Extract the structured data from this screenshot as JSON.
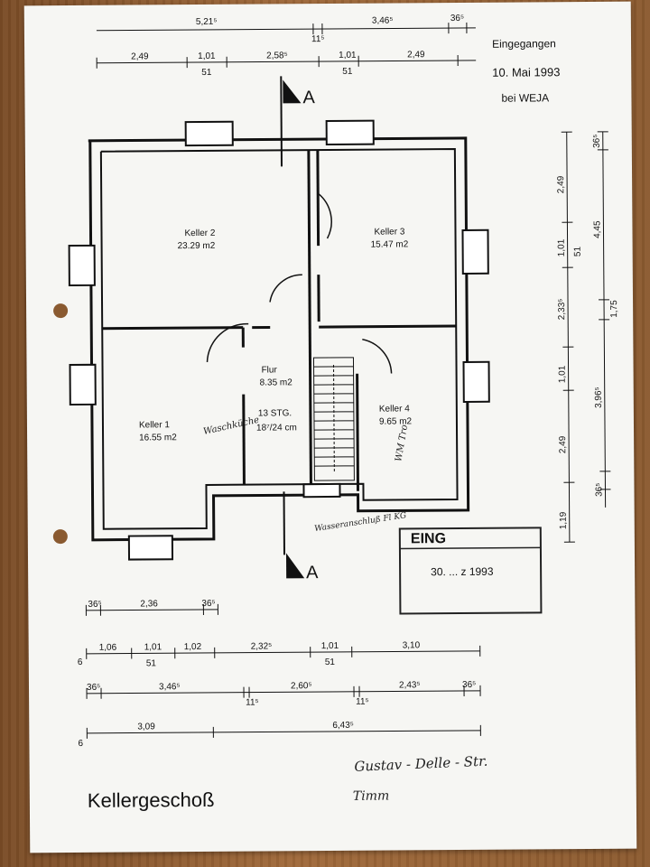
{
  "receipt": {
    "line1": "Eingegangen",
    "line2": "10. Mai 1993",
    "line3": "bei WEJA"
  },
  "stamp": {
    "top": "EING",
    "date": "30. ... z 1993"
  },
  "top_dims": {
    "row1": [
      "5,21⁵",
      "3,46⁵",
      "36⁵",
      "11⁵"
    ],
    "row2": [
      "2,49",
      "1,01",
      "2,58⁵",
      "1,01",
      "2,49"
    ],
    "row2_sub": [
      "51",
      "51"
    ]
  },
  "rooms": [
    {
      "name": "Keller 2",
      "area": "23.29 m2"
    },
    {
      "name": "Keller 3",
      "area": "15.47 m2"
    },
    {
      "name": "Keller 1",
      "area": "16.55 m2"
    },
    {
      "name": "Flur",
      "area": "8.35 m2"
    },
    {
      "name": "13 STG.",
      "area": "18⁷/24 cm"
    },
    {
      "name": "Keller 4",
      "area": "9.65 m2"
    }
  ],
  "section_marker": "A",
  "right_dims": [
    "2,49",
    "1,01",
    "51",
    "2,33⁵",
    "1,01",
    "2,49",
    "1,19",
    "4,45",
    "1,75",
    "3,96⁵",
    "36⁵",
    "36⁵"
  ],
  "bottom_dims": {
    "row1": [
      "36⁵",
      "2,36",
      "36⁵"
    ],
    "row2": [
      "1,06",
      "1,01",
      "1,02",
      "2,32⁵",
      "1,01",
      "3,10"
    ],
    "row2_sub": [
      "51",
      "51"
    ],
    "row3": [
      "36⁵",
      "3,46⁵",
      "2,60⁵",
      "2,43⁵",
      "36⁵",
      "11⁵",
      "11⁵"
    ],
    "row4": [
      "3,09",
      "6,43⁵"
    ],
    "left_marks": [
      "6",
      "6"
    ]
  },
  "handwriting": {
    "waschkueche": "Waschküche",
    "wm_tro": "WM Tro",
    "note_stairs": "Wasseranschluß\nFl KG",
    "address": "Gustav - Delle - Str.",
    "name": "Timm"
  },
  "title": "Kellergeschoß"
}
